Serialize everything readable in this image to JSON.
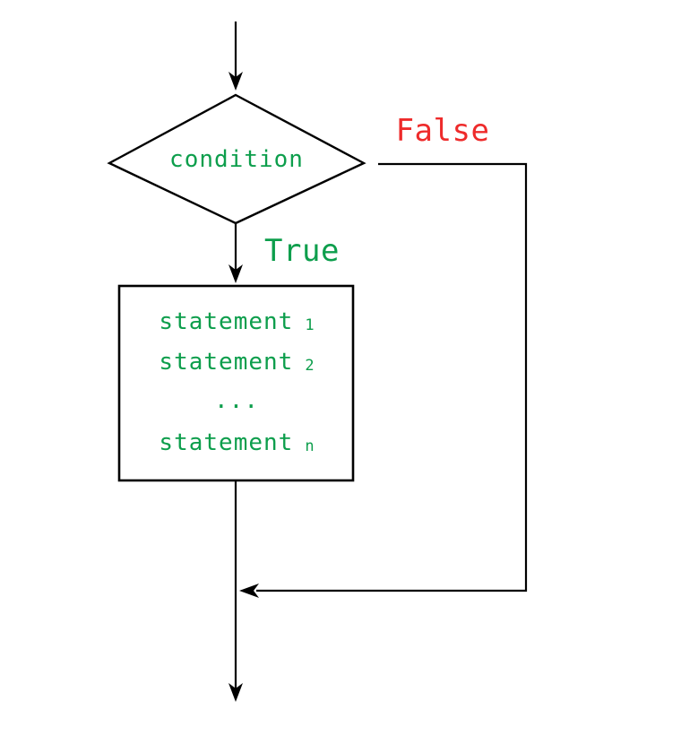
{
  "colors": {
    "green": "#0d9e4c",
    "red": "#ee2b2b",
    "line": "#000000",
    "background": "#ffffff"
  },
  "flowchart": {
    "condition_label": "condition",
    "true_label": "True",
    "false_label": "False",
    "statements": [
      {
        "text": "statement",
        "suffix": "1"
      },
      {
        "text": "statement",
        "suffix": "2"
      },
      {
        "text": "...",
        "suffix": ""
      },
      {
        "text": "statement",
        "suffix": "n"
      }
    ]
  }
}
